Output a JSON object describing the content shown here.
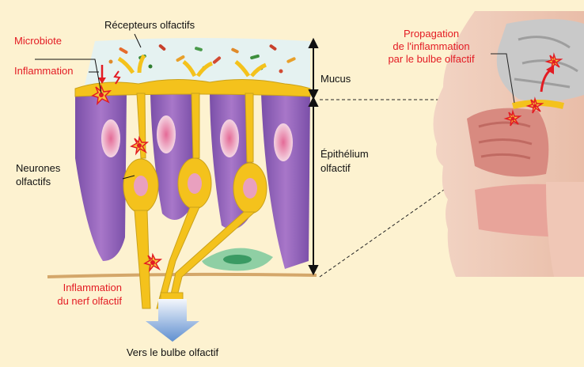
{
  "labels": {
    "receptors": "Récepteurs olfactifs",
    "microbiote": "Microbiote",
    "inflammation": "Inflammation",
    "mucus": "Mucus",
    "epithelium_line1": "Épithélium",
    "epithelium_line2": "olfactif",
    "neurons_line1": "Neurones",
    "neurons_line2": "olfactifs",
    "nerve_inflammation_line1": "Inflammation",
    "nerve_inflammation_line2": "du nerf olfactif",
    "bulb_direction": "Vers le bulbe olfactif",
    "propagation_line1": "Propagation",
    "propagation_line2": "de l'inflammation",
    "propagation_line3": "par le bulbe olfactif"
  },
  "colors": {
    "background": "#fdf2d0",
    "red_labels": "#e31b23",
    "neuron": "#f4c21c",
    "epithelium": "#9b6cc0",
    "mucus": "#e3f1f1",
    "arrow": "#7ea9d9"
  }
}
